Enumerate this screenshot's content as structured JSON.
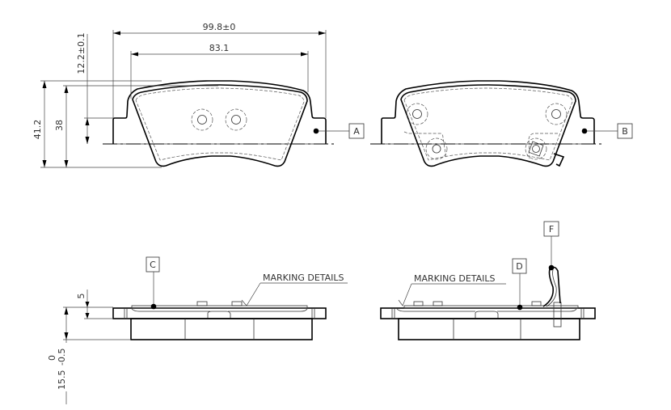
{
  "dimensions": {
    "overall_width": "99.8±0",
    "inner_width": "83.1",
    "overall_height": "41.2",
    "pad_height": "38",
    "ear_height": "12.2±0.1",
    "plate_thickness": "5",
    "total_thickness": "15.5",
    "total_thickness_tol_upper": "0",
    "total_thickness_tol_lower": "-0.5"
  },
  "callouts": {
    "a": "A",
    "b": "B",
    "c": "C",
    "d": "D",
    "f": "F"
  },
  "notes": {
    "marking_left": "MARKING  DETAILS",
    "marking_right": "MARKING  DETAILS"
  }
}
